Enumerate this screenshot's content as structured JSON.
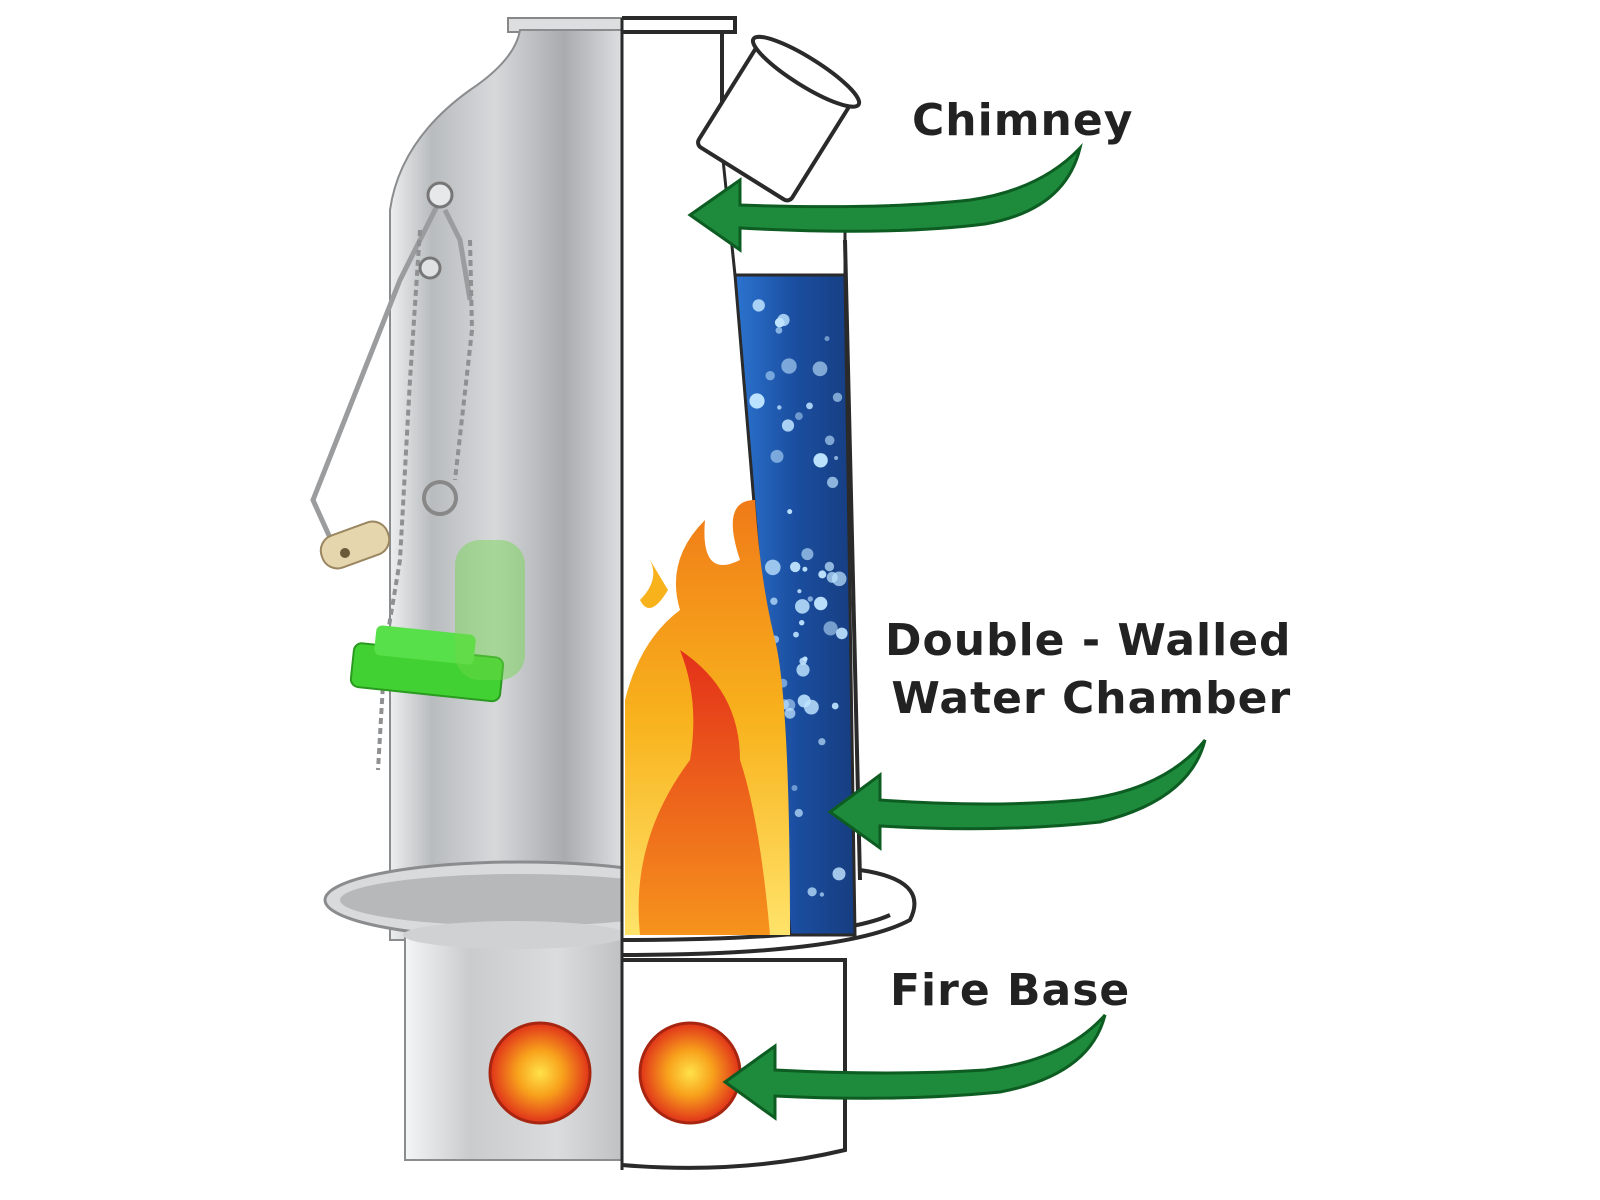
{
  "labels": {
    "chimney": "Chimney",
    "chamber_line1": "Double - Walled",
    "chamber_line2": "Water Chamber",
    "fire_base": "Fire Base"
  },
  "colors": {
    "arrow": "#1e8a3c",
    "arrow_outline": "#0d5c22",
    "water": "#1f5fb8",
    "flame_outer": "#f6b21a",
    "flame_inner": "#e8371a",
    "steel": "#c4c6c8",
    "stopper": "#3fd12e",
    "vent": "#e84a1c",
    "outline": "#2a2a2a"
  },
  "icons": {
    "chimney_arrow": "arrow-left-icon",
    "chamber_arrow": "arrow-left-icon",
    "fire_base_arrow": "arrow-left-icon"
  }
}
